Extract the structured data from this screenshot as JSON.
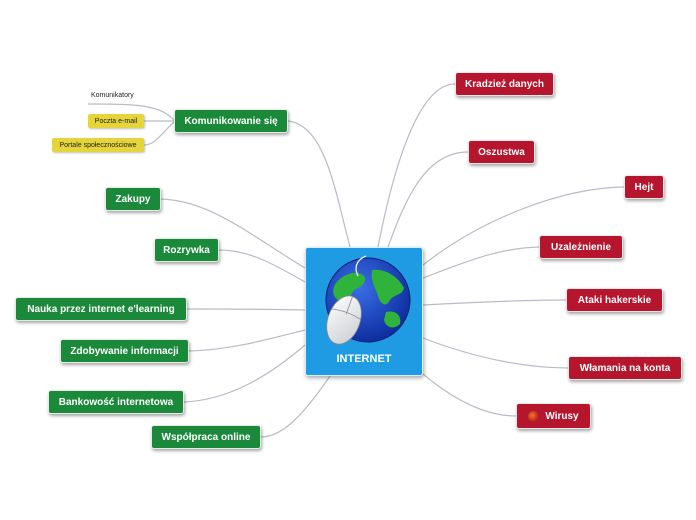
{
  "center": {
    "label": "INTERNET",
    "icon": "globe-with-mouse-icon"
  },
  "left_topics": {
    "komunikowanie": "Komunikowanie się",
    "zakupy": "Zakupy",
    "rozrywka": "Rozrywka",
    "nauka": "Nauka przez internet e'learning",
    "zdobywanie": "Zdobywanie informacji",
    "bankowosc": "Bankowość internetowa",
    "wspolpraca": "Współpraca online"
  },
  "subtopics": {
    "komunikatory": "Komunikatory",
    "poczta": "Poczta e-mail",
    "portale": "Portale społecznościowe"
  },
  "right_topics": {
    "kradziez": "Kradzież danych",
    "oszustwa": "Oszustwa",
    "hejt": "Hejt",
    "uzaleznienie": "Uzależnienie",
    "ataki": "Ataki hakerskie",
    "wlamania": "Włamania na konta",
    "wirusy": "Wirusy"
  },
  "colors": {
    "positive": "#1a8a3a",
    "negative": "#b5162d",
    "center": "#1e9be3",
    "note": "#e6d53a",
    "link": "#b8bcc6"
  },
  "icons": {
    "wirusy": "virus-icon"
  }
}
